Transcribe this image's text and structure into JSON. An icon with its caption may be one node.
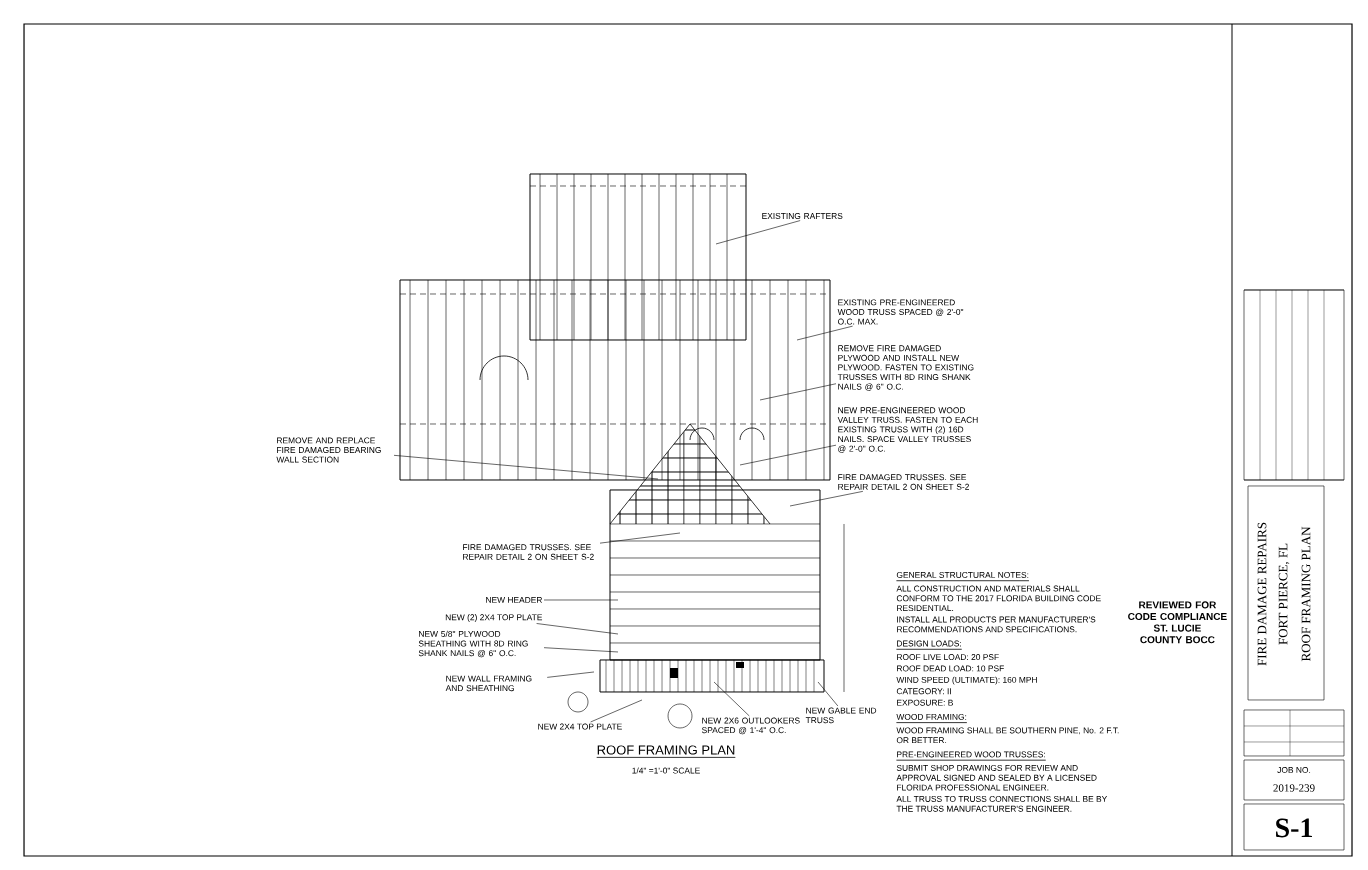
{
  "diagram": {
    "title": "ROOF FRAMING PLAN",
    "caption": "1/4\" =1'-0\" SCALE",
    "nodes": [
      {
        "text": [
          "EXISTING RAFTERS"
        ]
      },
      {
        "text": [
          "EXISTING PRE-ENGINEERED WOOD TRUSS SPACED @ 2'-0\" O.C. MAX."
        ]
      },
      {
        "text": [
          "REMOVE FIRE DAMAGED PLYWOOD AND INSTALL NEW PLYWOOD. FASTEN TO EXISTING TRUSSES WITH 8D RING SHANK NAILS @ 6\" O.C."
        ]
      },
      {
        "text": [
          "NEW PRE-ENGINEERED WOOD VALLEY TRUSS. FASTEN TO EACH EXISTING TRUSS WITH (2) 16D NAILS. SPACE VALLEY TRUSSES @ 2'-0\" O.C."
        ]
      },
      {
        "text": [
          "FIRE DAMAGED TRUSSES. SEE REPAIR DETAIL 2 ON SHEET S-2"
        ]
      },
      {
        "text": [
          "REMOVE AND REPLACE FIRE DAMAGED BEARING WALL SECTION"
        ]
      },
      {
        "text": [
          "FIRE DAMAGED TRUSSES. SEE REPAIR DETAIL 2 ON SHEET S-2"
        ]
      },
      {
        "text": [
          "NEW HEADER"
        ]
      },
      {
        "text": [
          "NEW (2) 2X4 TOP PLATE"
        ]
      },
      {
        "text": [
          "NEW 5/8\" PLYWOOD SHEATHING WITH 8D RING SHANK NAILS @ 6\" O.C."
        ]
      },
      {
        "text": [
          "NEW WALL FRAMING AND SHEATHING"
        ]
      },
      {
        "text": [
          "NEW 2X4 TOP PLATE"
        ]
      },
      {
        "text": [
          "NEW 2X6 OUTLOOKERS SPACED @ 1'-4\" O.C."
        ]
      },
      {
        "text": [
          "NEW GABLE END TRUSS"
        ]
      }
    ],
    "edges": [
      {
        "from": 0,
        "to": null,
        "arrow": "none"
      },
      {
        "from": 1,
        "to": null,
        "arrow": "none"
      },
      {
        "from": 2,
        "to": null,
        "arrow": "none"
      },
      {
        "from": 3,
        "to": null,
        "arrow": "none"
      },
      {
        "from": 4,
        "to": null,
        "arrow": "none"
      },
      {
        "from": 5,
        "to": null,
        "arrow": "none"
      },
      {
        "from": 6,
        "to": null,
        "arrow": "none"
      },
      {
        "from": 7,
        "to": null,
        "arrow": "none"
      },
      {
        "from": 8,
        "to": null,
        "arrow": "none"
      },
      {
        "from": 9,
        "to": null,
        "arrow": "none"
      },
      {
        "from": 10,
        "to": null,
        "arrow": "none"
      },
      {
        "from": 11,
        "to": null,
        "arrow": "none"
      },
      {
        "from": 12,
        "to": null,
        "arrow": "none"
      },
      {
        "from": 13,
        "to": null,
        "arrow": "none"
      }
    ],
    "labels": [
      "GENERAL STRUCTURAL NOTES:",
      "ALL CONSTRUCTION AND MATERIALS SHALL CONFORM TO THE 2017 FLORIDA BUILDING CODE RESIDENTIAL.",
      "INSTALL ALL PRODUCTS PER MANUFACTURER'S RECOMMENDATIONS AND SPECIFICATIONS.",
      "DESIGN LOADS:",
      "ROOF LIVE LOAD: 20 PSF",
      "ROOF DEAD LOAD: 10 PSF",
      "WIND SPEED (ULTIMATE): 160 MPH",
      "CATEGORY: II",
      "EXPOSURE: B",
      "WOOD FRAMING:",
      "WOOD FRAMING SHALL BE SOUTHERN PINE, No. 2 F.T. OR BETTER.",
      "PRE-ENGINEERED WOOD TRUSSES:",
      "SUBMIT SHOP DRAWINGS FOR REVIEW AND APPROVAL SIGNED AND SEALED BY A LICENSED FLORIDA PROFESSIONAL ENGINEER.",
      "ALL TRUSS TO TRUSS CONNECTIONS SHALL BE BY THE TRUSS MANUFACTURER'S ENGINEER.",
      "REVIEWED FOR CODE COMPLIANCE ST. LUCIE COUNTY BOCC",
      "FIRE DAMAGE REPAIRS",
      "FORT PIERCE, FL",
      "ROOF FRAMING PLAN",
      "JOB NO.",
      "2019-239",
      "S-1"
    ]
  }
}
